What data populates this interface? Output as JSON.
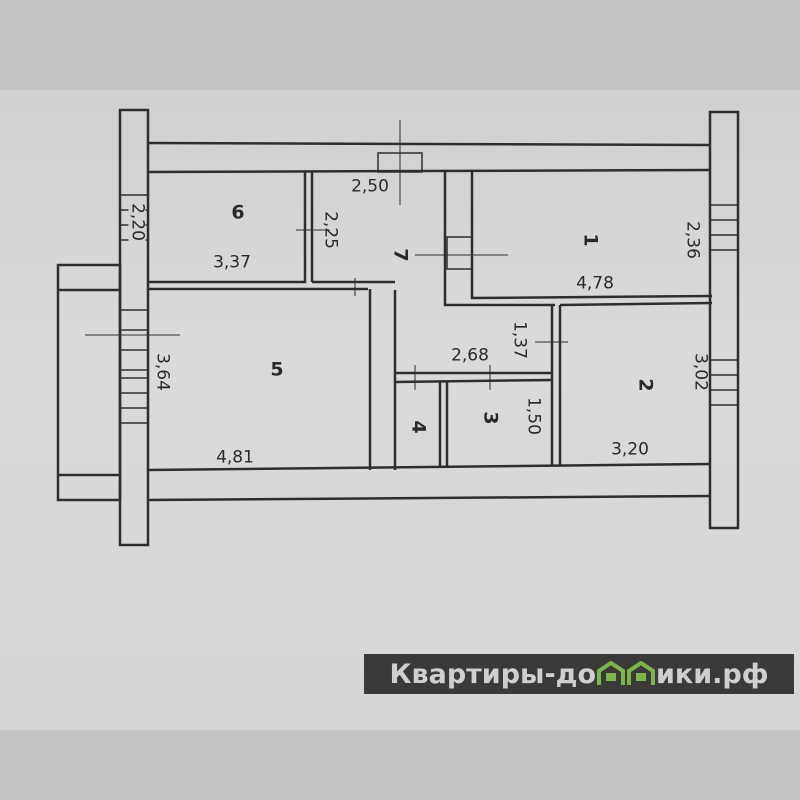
{
  "rooms": [
    {
      "number": "1",
      "length": "4,78",
      "width": "2,36"
    },
    {
      "number": "2",
      "length": "3,20",
      "width": "3,02"
    },
    {
      "number": "3",
      "width": "1,50"
    },
    {
      "number": "4"
    },
    {
      "number": "5",
      "length": "4,81",
      "width": "3,64"
    },
    {
      "number": "6",
      "length": "3,37",
      "width": "2,20"
    },
    {
      "number": "7",
      "length": "2,50",
      "width": "2,25"
    }
  ],
  "corridor": {
    "length": "2,68",
    "width": "1,37"
  },
  "watermark": {
    "text_before": "Квартиры-до",
    "text_after": "ики.рф",
    "brand_color": "#7ab648"
  },
  "colors": {
    "wall": "#2e2e2e",
    "paper": "#d6d6d6"
  }
}
